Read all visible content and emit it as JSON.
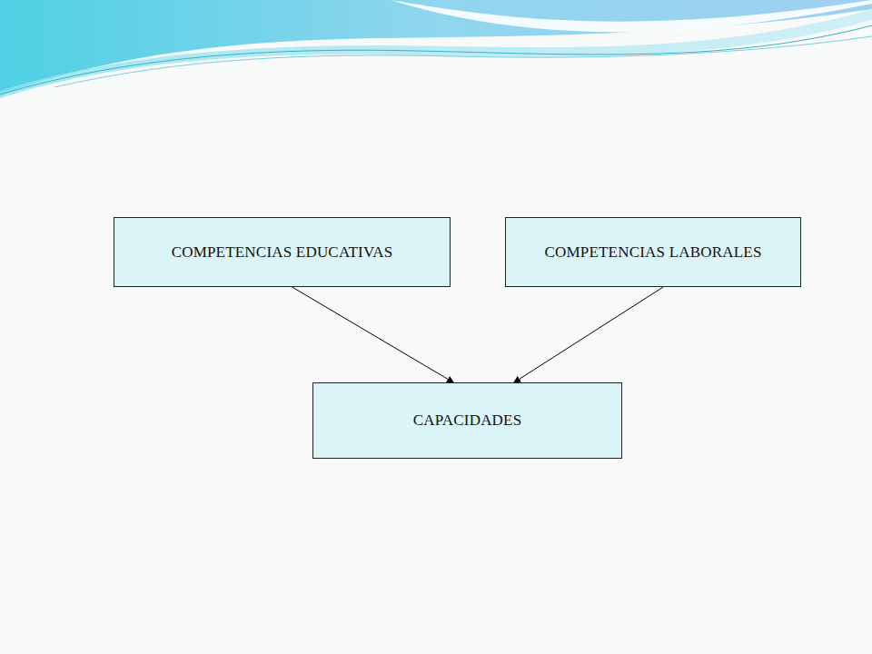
{
  "diagram": {
    "nodes": [
      {
        "text": [
          "COMPETENCIAS EDUCATIVAS"
        ]
      },
      {
        "text": [
          "COMPETENCIAS LABORALES"
        ]
      },
      {
        "text": [
          "CAPACIDADES"
        ]
      }
    ],
    "edges": [
      {
        "from": 0,
        "to": 2,
        "arrow": "to"
      },
      {
        "from": 1,
        "to": 2,
        "arrow": "to"
      }
    ]
  }
}
